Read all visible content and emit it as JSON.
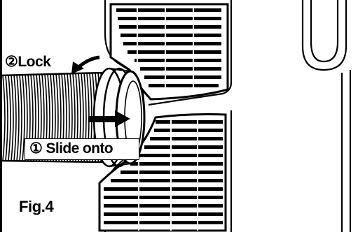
{
  "figure": {
    "label": "Fig.4"
  },
  "callouts": {
    "step_lock": "②Lock",
    "step_slide": "① Slide onto"
  }
}
